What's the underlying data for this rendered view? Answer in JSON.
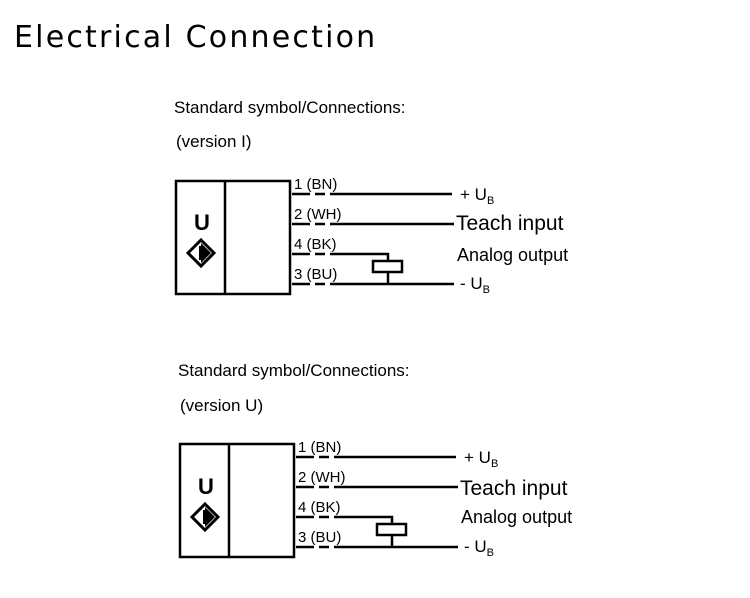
{
  "page": {
    "title": "Electrical Connection"
  },
  "sections": [
    {
      "heading": "Standard symbol/Connections:",
      "version": "(version I)",
      "symbol_letter": "U",
      "pins": [
        {
          "label": "1 (BN)",
          "signal": "+ U",
          "signal_sub": "B"
        },
        {
          "label": "2 (WH)",
          "signal": "Teach input",
          "signal_sub": ""
        },
        {
          "label": "4 (BK)",
          "signal": "Analog output",
          "signal_sub": ""
        },
        {
          "label": "3 (BU)",
          "signal": "- U",
          "signal_sub": "B"
        }
      ]
    },
    {
      "heading": "Standard symbol/Connections:",
      "version": "(version U)",
      "symbol_letter": "U",
      "pins": [
        {
          "label": "1 (BN)",
          "signal": "+ U",
          "signal_sub": "B"
        },
        {
          "label": "2 (WH)",
          "signal": "Teach input",
          "signal_sub": ""
        },
        {
          "label": "4 (BK)",
          "signal": "Analog output",
          "signal_sub": ""
        },
        {
          "label": "3 (BU)",
          "signal": "- U",
          "signal_sub": "B"
        }
      ]
    }
  ]
}
